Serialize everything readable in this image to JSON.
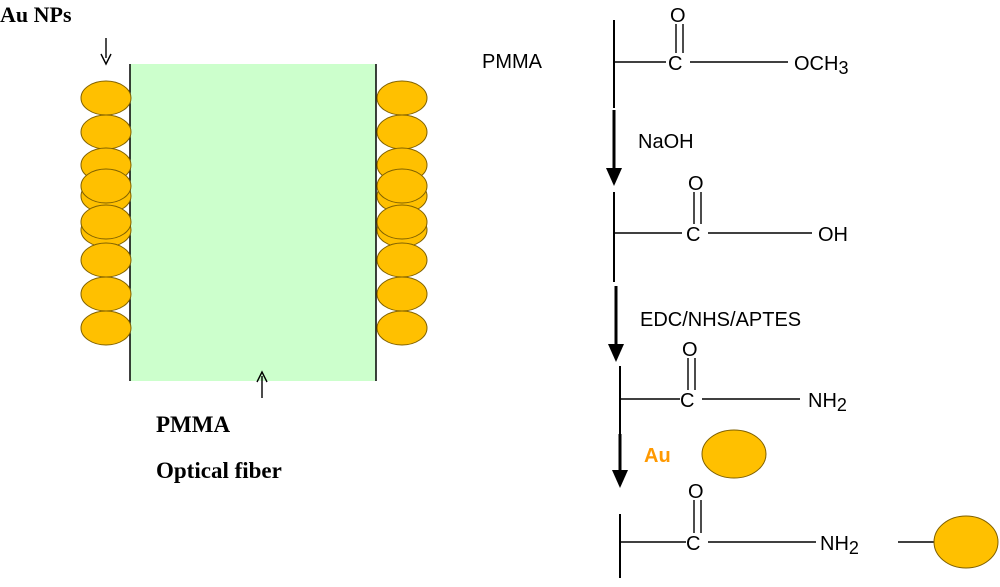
{
  "left_panel": {
    "particle_label": "Au NPs",
    "fiber_label_line1": "PMMA",
    "fiber_label_line2": "Optical fiber",
    "colors": {
      "fiber_fill": "#ccffcc",
      "particle_fill": "#ffc000",
      "particle_stroke": "#7f6000"
    }
  },
  "scheme": {
    "start_label": "PMMA",
    "steps": [
      {
        "reagent": "NaOH"
      },
      {
        "reagent": "EDC/NHS/APTES"
      },
      {
        "reagent": "Au",
        "reagent_color": "#ff9900"
      }
    ],
    "structures": [
      {
        "carbonyl_o": "O",
        "carbon": "C",
        "group": "OCH",
        "group_sub": "3"
      },
      {
        "carbonyl_o": "O",
        "carbon": "C",
        "group": "OH",
        "group_sub": ""
      },
      {
        "carbonyl_o": "O",
        "carbon": "C",
        "group": "NH",
        "group_sub": "2"
      },
      {
        "carbonyl_o": "O",
        "carbon": "C",
        "group": "NH",
        "group_sub": "2"
      }
    ]
  }
}
